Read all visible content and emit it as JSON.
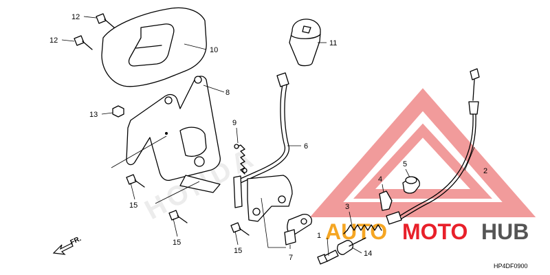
{
  "diagram": {
    "code": "HP4DF0900",
    "direction_label": "FR.",
    "background_brand_text": "HONDA",
    "callouts": [
      {
        "id": "c12a",
        "label": "12"
      },
      {
        "id": "c12b",
        "label": "12"
      },
      {
        "id": "c10",
        "label": "10"
      },
      {
        "id": "c11",
        "label": "11"
      },
      {
        "id": "c8",
        "label": "8"
      },
      {
        "id": "c13",
        "label": "13"
      },
      {
        "id": "c9",
        "label": "9"
      },
      {
        "id": "c6",
        "label": "6"
      },
      {
        "id": "c5",
        "label": "5"
      },
      {
        "id": "c2",
        "label": "2"
      },
      {
        "id": "c4",
        "label": "4"
      },
      {
        "id": "c3",
        "label": "3"
      },
      {
        "id": "c15a",
        "label": "15"
      },
      {
        "id": "c15b",
        "label": "15"
      },
      {
        "id": "c15c",
        "label": "15"
      },
      {
        "id": "c7",
        "label": "7"
      },
      {
        "id": "c1",
        "label": "1"
      },
      {
        "id": "c14",
        "label": "14"
      }
    ]
  },
  "watermark": {
    "brand_part1": "AUTO",
    "brand_part2": "MOTO",
    "brand_part3": "HUB",
    "colors": {
      "orange": "#f5a623",
      "red": "#e8202a",
      "grey": "#555555"
    }
  }
}
